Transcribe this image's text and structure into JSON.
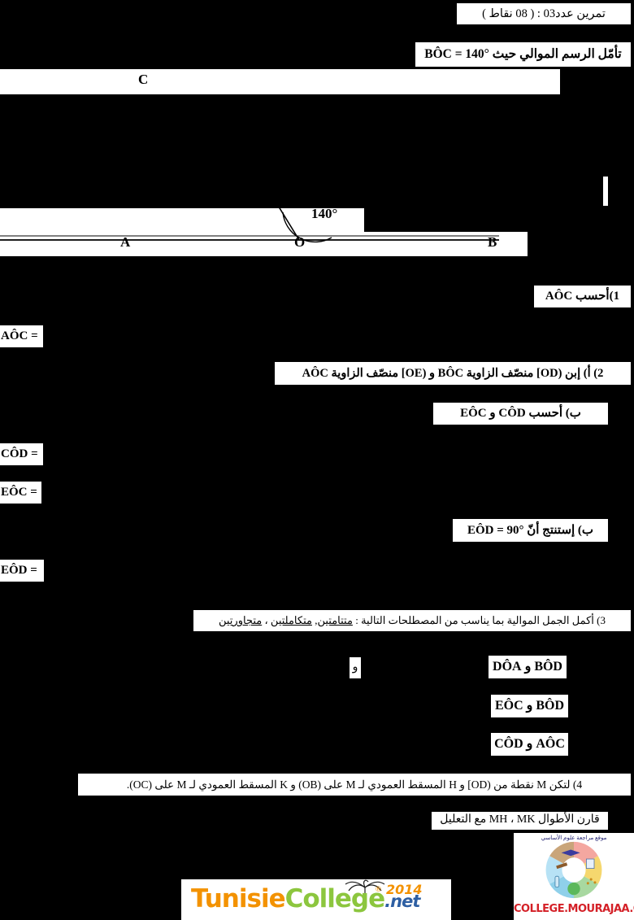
{
  "header": {
    "exercise_title": "تمرين عدد03  :   ( 08 نقاط )",
    "instruction": "تأمّل الرسم الموالي حيث BÔC = 140°"
  },
  "figure": {
    "label_c": "C",
    "label_a": "A",
    "label_o": "O",
    "label_b": "B",
    "angle_value": "140°"
  },
  "questions": {
    "q1": "1)أحسب AÔC",
    "q1_answer_label": "AÔC =",
    "q2a": "2) أ)  إبن (OD] منصّف الزاوية BÔC و (OE] منصّف الزاوية AÔC",
    "q2b": "ب)   أحسب    CÔD  و  EÔC",
    "q2b_answer1_label": "CÔD =",
    "q2b_answer2_label": "EÔC =",
    "q2c": "ب) إستنتج أنّ   EÔD = 90°",
    "q2c_answer_label": "EÔD =",
    "q3_prefix": "3) أكمل الجمل الموالية بما يناسب من المصطلحات التالية : ",
    "q3_term1": "متتامتين",
    "q3_sep1": ", ",
    "q3_term2": "متكاملتين",
    "q3_sep2": " ، ",
    "q3_term3": "متجاورتين",
    "pair1": "BÔD و DÔA",
    "pair_conjunction": "و",
    "pair2": "BÔD و EÔC",
    "pair3": "AÔC و CÔD",
    "q4": "4) لتكن M نقطة من (OD] و  H  المسقط العمودي لـ M على (OB) و K المسقط العمودي لـ M على (OC).",
    "q4b": "قارن الأطوال  MH ،  MK مع التعليل"
  },
  "footer": {
    "tunisiecollege": {
      "part_tunisie": "Tunisie",
      "part_college": "College",
      "part_net": ".net",
      "year": "2014",
      "registered": "®"
    },
    "mourajaa": {
      "arabic_slogan": "موقع مراجعة علوم الأساسي",
      "site_text": "COLLEGE.MOURAJAA.COM"
    }
  },
  "colors": {
    "page_background": "#000000",
    "paper": "#ffffff",
    "ink": "#000000",
    "tc_orange": "#f39200",
    "tc_green": "#8cc63e",
    "tc_blue": "#2e5fa3",
    "mj_red": "#d42027"
  }
}
